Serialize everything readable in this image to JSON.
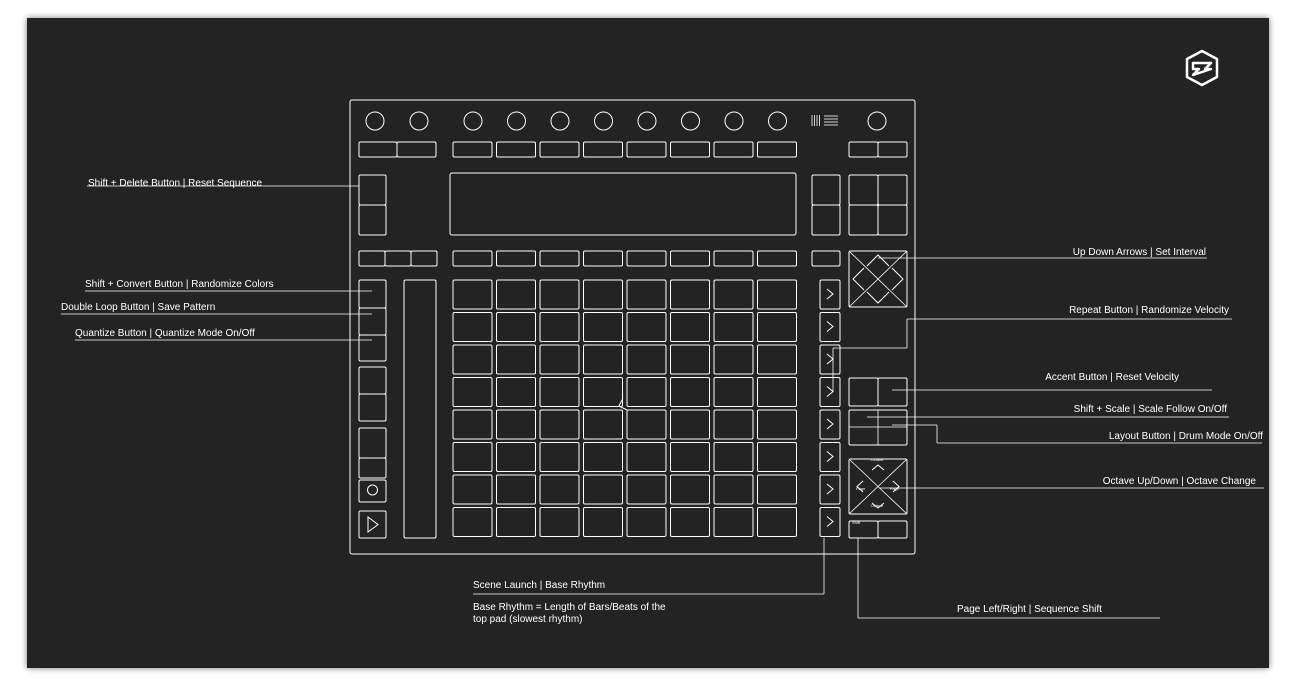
{
  "background_color": "#232323",
  "line_color": "#ffffff",
  "logo_icon": "ableton-push-logo-icon",
  "callouts": {
    "shift_delete": "Shift + Delete Button | Reset Sequence",
    "shift_convert": "Shift + Convert Button | Randomize Colors",
    "double_loop": "Double Loop Button | Save Pattern",
    "quantize": "Quantize Button | Quantize Mode On/Off",
    "up_down": "Up Down Arrows | Set Interval",
    "repeat": "Repeat Button | Randomize  Velocity",
    "accent": "Accent Button | Reset Velocity",
    "shift_scale": "Shift + Scale | Scale Follow On/Off",
    "layout": "Layout Button | Drum Mode On/Off",
    "octave": "Octave Up/Down | Octave Change",
    "scene_launch": "Scene Launch | Base Rhythm",
    "base_rhythm_note": "Base Rhythm = Length of Bars/Beats of the top pad (slowest rhythm)",
    "page_left_right": "Page Left/Right | Sequence Shift"
  },
  "device": {
    "octave_label_top": "Octave",
    "octave_label_bottom": "Octave",
    "page_label_left": "Page",
    "page_label_right": "Page",
    "shift_label": "Shift"
  }
}
